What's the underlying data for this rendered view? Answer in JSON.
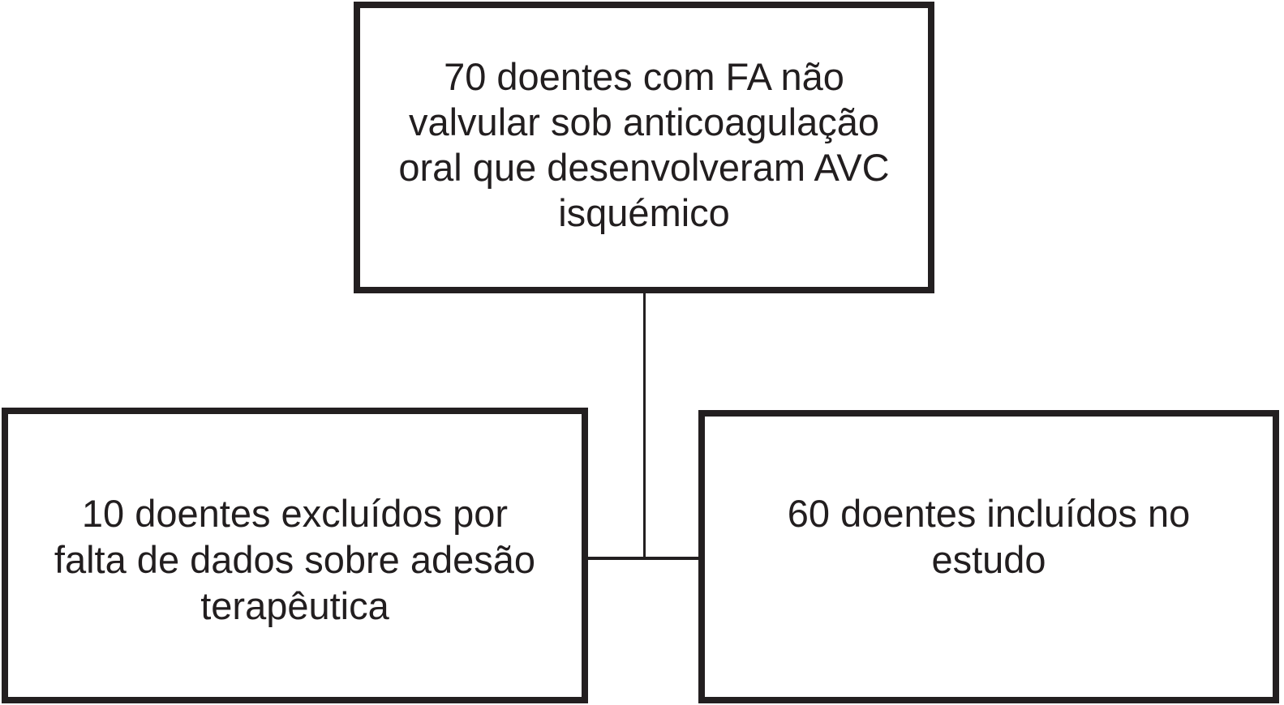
{
  "figure": {
    "type": "flow-diagram",
    "colors": {
      "background": "#ffffff",
      "stroke": "#231f20",
      "text": "#221e1f"
    },
    "boxes": {
      "cohort": {
        "lines": [
          "70 doentes com FA não",
          "valvular sob anticoagulação",
          "oral que desenvolveram AVC",
          "isquémico"
        ]
      },
      "excluded": {
        "lines": [
          "10 doentes excluídos por",
          "falta de dados sobre adesão",
          "terapêutica"
        ]
      },
      "included": {
        "lines": [
          "60 doentes incluídos no",
          "estudo"
        ]
      }
    },
    "connectors": [
      {
        "from": "cohort",
        "to": "junction",
        "shape": "vertical-line"
      },
      {
        "from": "excluded",
        "to": "included",
        "shape": "horizontal-line"
      }
    ]
  }
}
